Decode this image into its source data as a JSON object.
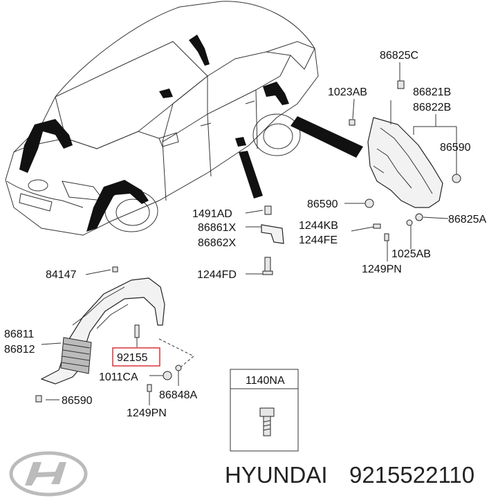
{
  "labels": {
    "p86825C": "86825C",
    "p1023AB": "1023AB",
    "p86821B": "86821B",
    "p86822B": "86822B",
    "p86590_right": "86590",
    "p1491AD": "1491AD",
    "p86861X": "86861X",
    "p86862X": "86862X",
    "p86590_mid": "86590",
    "p1244KB": "1244KB",
    "p1244FE": "1244FE",
    "p86825A": "86825A",
    "p1025AB": "1025AB",
    "p1249PN_right": "1249PN",
    "p84147": "84147",
    "p1244FD": "1244FD",
    "p86811": "86811",
    "p86812": "86812",
    "p92155": "92155",
    "p1011CA": "1011CA",
    "p86848A": "86848A",
    "p86590_left": "86590",
    "p1249PN_left": "1249PN",
    "p1140NA": "1140NA"
  },
  "brand": {
    "name": "HYUNDAI",
    "part_number": "9215522110",
    "logo": "hyundai-logo",
    "text_color": "#222222",
    "highlight_color": "#d9343a"
  }
}
